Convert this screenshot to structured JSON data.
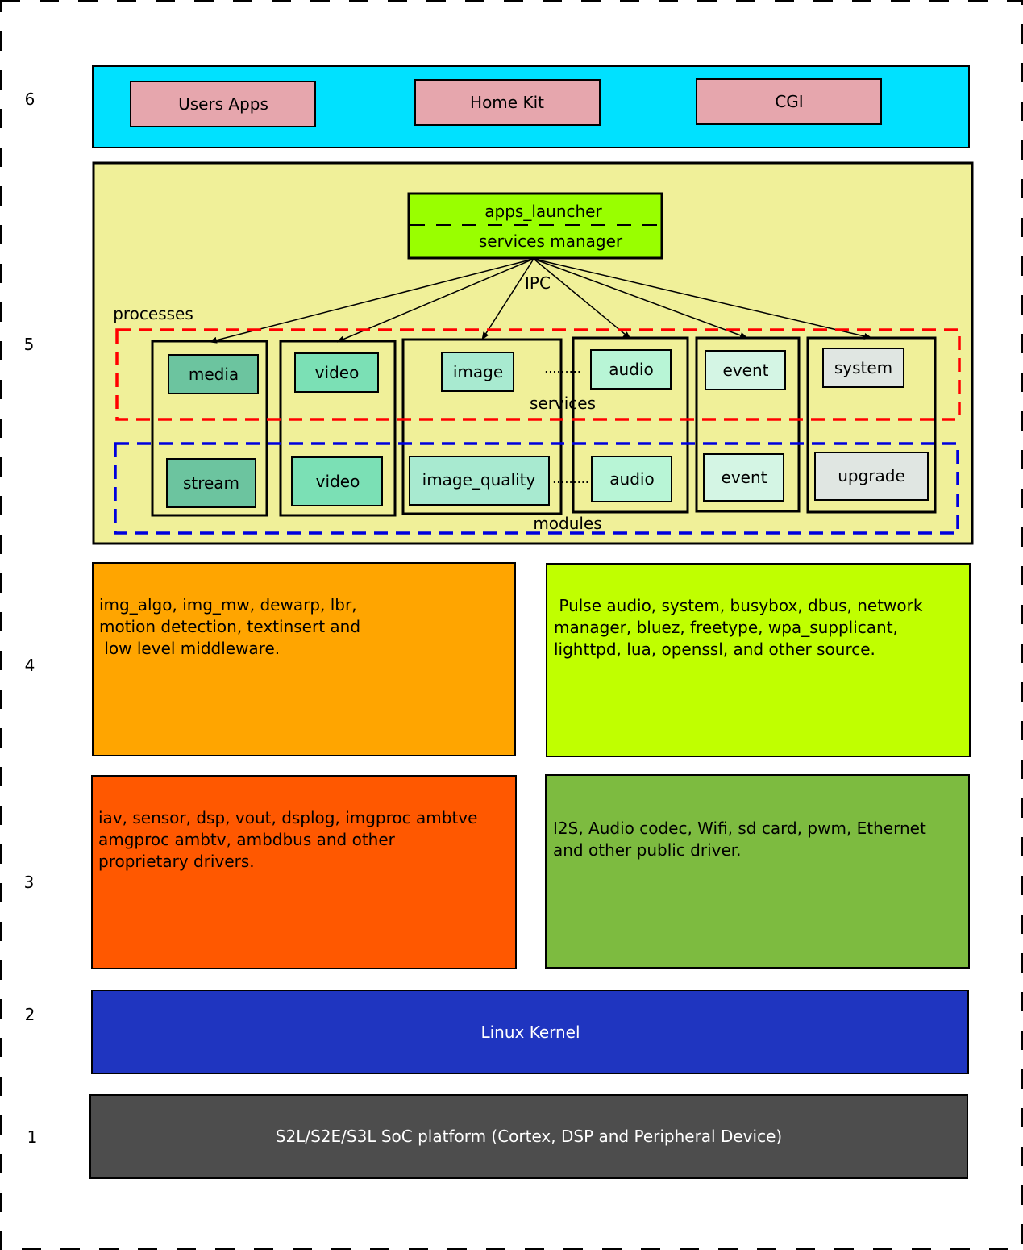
{
  "layer_numbers": [
    "6",
    "5",
    "4",
    "3",
    "2",
    "1"
  ],
  "layer6": {
    "items": [
      "Users Apps",
      "Home Kit",
      "CGI"
    ],
    "colors": {
      "band": "#00e1ff",
      "box": "#e6a6ad"
    }
  },
  "layer5": {
    "launcher": {
      "top": "apps_launcher",
      "bottom": "services manager",
      "color": "#99ff00"
    },
    "ipc_label": "IPC",
    "processes_label": "processes",
    "services_label": "services",
    "modules_label": "modules",
    "ellipsis": ".........",
    "columns": [
      {
        "service": "media",
        "module": "stream",
        "color": "#6cc49f"
      },
      {
        "service": "video",
        "module": "video",
        "color": "#7be0b5"
      },
      {
        "service": "image",
        "module": "image_quality",
        "color": "#a8ead0"
      },
      {
        "service": "audio",
        "module": "audio",
        "color": "#b8f5d6"
      },
      {
        "service": "event",
        "module": "event",
        "color": "#d4f5e4"
      },
      {
        "service": "system",
        "module": "upgrade",
        "color": "#e0e6e2"
      }
    ],
    "colors": {
      "panel": "#f0f099",
      "services_border": "#ff0000",
      "modules_border": "#0000dd"
    }
  },
  "layer4": {
    "left": [
      "img_algo, img_mw, dewarp, lbr,",
      "motion detection, textinsert and",
      " low level middleware."
    ],
    "right": [
      " Pulse audio, system, busybox, dbus, network",
      "manager, bluez, freetype, wpa_supplicant,",
      "lighttpd, lua, openssl, and other source."
    ],
    "colors": {
      "left": "#ffa500",
      "right": "#c0ff00"
    }
  },
  "layer3": {
    "left": [
      "iav, sensor, dsp, vout, dsplog, imgproc ambtve",
      "amgproc ambtv, ambdbus and other",
      "proprietary drivers."
    ],
    "right": [
      "I2S, Audio codec, Wifi, sd card, pwm, Ethernet",
      "and other public driver."
    ],
    "colors": {
      "left": "#ff5800",
      "right": "#7dbb40"
    }
  },
  "layer2": {
    "label": "Linux Kernel",
    "color": "#1f35c0"
  },
  "layer1": {
    "label": "S2L/S2E/S3L SoC platform (Cortex, DSP and Peripheral Device)",
    "color": "#4d4d4d"
  }
}
